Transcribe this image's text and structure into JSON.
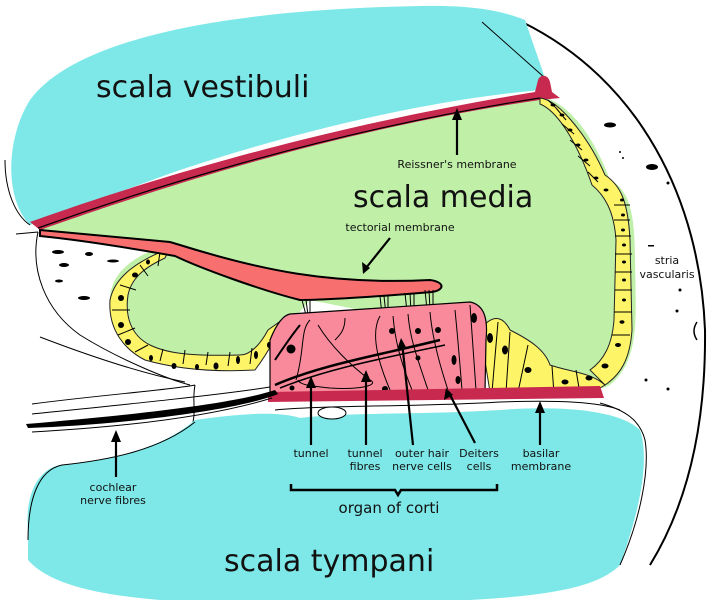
{
  "diagram": {
    "title": "Cross-section of the cochlea (organ of Corti)",
    "regions": {
      "scala_vestibuli": "scala vestibuli",
      "scala_media": "scala media",
      "scala_tympani": "scala tympani"
    },
    "labels": {
      "reissners_membrane": "Reissner's membrane",
      "tectorial_membrane": "tectorial membrane",
      "stria_vascularis_1": "stria",
      "stria_vascularis_2": "vascularis",
      "cochlear_nerve_1": "cochlear",
      "cochlear_nerve_2": "nerve fibres",
      "tunnel": "tunnel",
      "tunnel_fibres_1": "tunnel",
      "tunnel_fibres_2": "fibres",
      "outer_hair_1": "outer hair",
      "outer_hair_2": "nerve cells",
      "deiters_1": "Deiters",
      "deiters_2": "cells",
      "basilar_1": "basilar",
      "basilar_2": "membrane",
      "organ_of_corti": "organ of corti"
    },
    "colors": {
      "scala_fluid": "#7ee8e8",
      "scala_media": "#c0f0a8",
      "membrane": "#c8294f",
      "tectorial": "#f76f6f",
      "organ_cells": "#f98a9b",
      "epithelial_cells": "#fdf467"
    }
  }
}
